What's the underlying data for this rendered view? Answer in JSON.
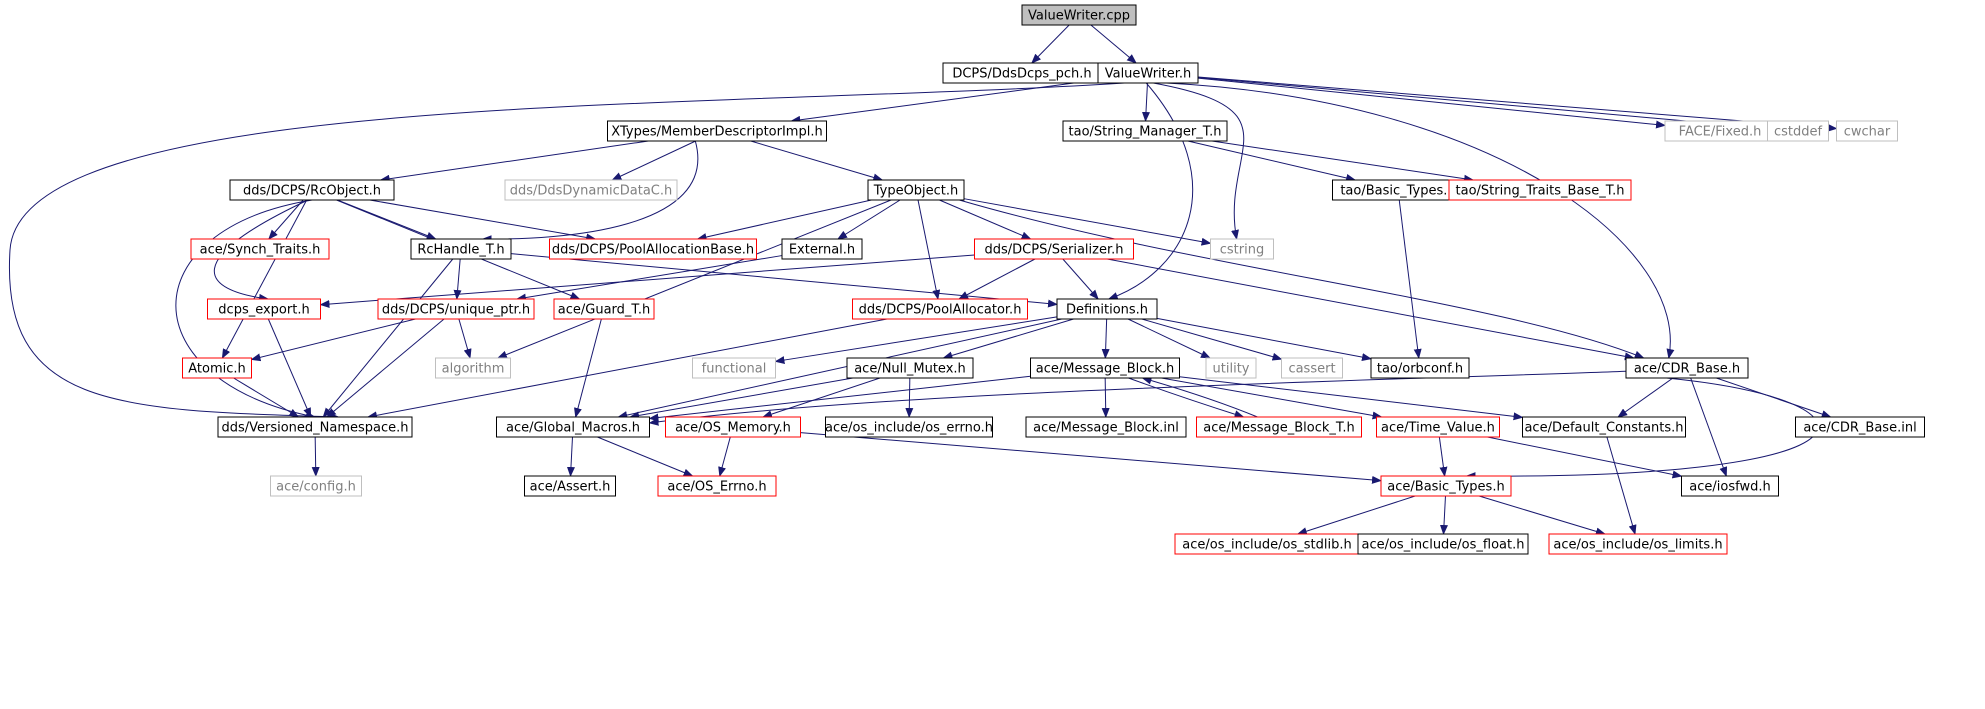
{
  "palette": {
    "edge": "#191970",
    "border_normal": "#000000",
    "border_red": "#ff0000",
    "border_gray": "#bfbfbf",
    "fill_root": "#bfbfbf",
    "fill_default": "#ffffff",
    "text_normal": "#000000",
    "text_gray": "#808080"
  },
  "nodes": [
    {
      "id": "valuewriter_cpp",
      "label": "ValueWriter.cpp",
      "style": "root"
    },
    {
      "id": "ddsdcps_pch",
      "label": "DCPS/DdsDcps_pch.h",
      "style": "normal"
    },
    {
      "id": "valuewriter_h",
      "label": "ValueWriter.h",
      "style": "normal"
    },
    {
      "id": "memberdescriptorimpl",
      "label": "XTypes/MemberDescriptorImpl.h",
      "style": "normal"
    },
    {
      "id": "string_manager_t",
      "label": "tao/String_Manager_T.h",
      "style": "normal"
    },
    {
      "id": "face_fixed",
      "label": "FACE/Fixed.h",
      "style": "gray"
    },
    {
      "id": "cstddef",
      "label": "cstddef",
      "style": "gray"
    },
    {
      "id": "cwchar",
      "label": "cwchar",
      "style": "gray"
    },
    {
      "id": "rcobject",
      "label": "dds/DCPS/RcObject.h",
      "style": "normal"
    },
    {
      "id": "ddsdynamicdatac",
      "label": "dds/DdsDynamicDataC.h",
      "style": "gray"
    },
    {
      "id": "typeobject",
      "label": "TypeObject.h",
      "style": "normal"
    },
    {
      "id": "basic_types_tao",
      "label": "tao/Basic_Types.h",
      "style": "normal"
    },
    {
      "id": "string_traits_base_t",
      "label": "tao/String_Traits_Base_T.h",
      "style": "red"
    },
    {
      "id": "synch_traits",
      "label": "ace/Synch_Traits.h",
      "style": "red"
    },
    {
      "id": "rchandle_t",
      "label": "RcHandle_T.h",
      "style": "normal"
    },
    {
      "id": "poolallocationbase",
      "label": "dds/DCPS/PoolAllocationBase.h",
      "style": "red"
    },
    {
      "id": "external",
      "label": "External.h",
      "style": "normal"
    },
    {
      "id": "serializer",
      "label": "dds/DCPS/Serializer.h",
      "style": "red"
    },
    {
      "id": "cstring",
      "label": "cstring",
      "style": "gray"
    },
    {
      "id": "dcps_export",
      "label": "dcps_export.h",
      "style": "red"
    },
    {
      "id": "unique_ptr",
      "label": "dds/DCPS/unique_ptr.h",
      "style": "red"
    },
    {
      "id": "guard_t",
      "label": "ace/Guard_T.h",
      "style": "red"
    },
    {
      "id": "poolallocator",
      "label": "dds/DCPS/PoolAllocator.h",
      "style": "red"
    },
    {
      "id": "definitions",
      "label": "Definitions.h",
      "style": "normal"
    },
    {
      "id": "atomic",
      "label": "Atomic.h",
      "style": "red"
    },
    {
      "id": "algorithm",
      "label": "algorithm",
      "style": "gray"
    },
    {
      "id": "functional",
      "label": "functional",
      "style": "gray"
    },
    {
      "id": "null_mutex",
      "label": "ace/Null_Mutex.h",
      "style": "normal"
    },
    {
      "id": "message_block",
      "label": "ace/Message_Block.h",
      "style": "normal"
    },
    {
      "id": "utility",
      "label": "utility",
      "style": "gray"
    },
    {
      "id": "cassert",
      "label": "cassert",
      "style": "gray"
    },
    {
      "id": "orbconf",
      "label": "tao/orbconf.h",
      "style": "normal"
    },
    {
      "id": "cdr_base",
      "label": "ace/CDR_Base.h",
      "style": "normal"
    },
    {
      "id": "versioned_namespace",
      "label": "dds/Versioned_Namespace.h",
      "style": "normal"
    },
    {
      "id": "global_macros",
      "label": "ace/Global_Macros.h",
      "style": "normal"
    },
    {
      "id": "os_memory",
      "label": "ace/OS_Memory.h",
      "style": "red"
    },
    {
      "id": "os_errno_h",
      "label": "ace/os_include/os_errno.h",
      "style": "normal"
    },
    {
      "id": "message_block_inl",
      "label": "ace/Message_Block.inl",
      "style": "normal"
    },
    {
      "id": "message_block_t",
      "label": "ace/Message_Block_T.h",
      "style": "red"
    },
    {
      "id": "time_value",
      "label": "ace/Time_Value.h",
      "style": "red"
    },
    {
      "id": "default_constants",
      "label": "ace/Default_Constants.h",
      "style": "normal"
    },
    {
      "id": "cdr_base_inl",
      "label": "ace/CDR_Base.inl",
      "style": "normal"
    },
    {
      "id": "ace_config",
      "label": "ace/config.h",
      "style": "gray"
    },
    {
      "id": "ace_assert",
      "label": "ace/Assert.h",
      "style": "normal"
    },
    {
      "id": "os_errno",
      "label": "ace/OS_Errno.h",
      "style": "red"
    },
    {
      "id": "basic_types_ace",
      "label": "ace/Basic_Types.h",
      "style": "red"
    },
    {
      "id": "iosfwd",
      "label": "ace/iosfwd.h",
      "style": "normal"
    },
    {
      "id": "os_stdlib",
      "label": "ace/os_include/os_stdlib.h",
      "style": "red"
    },
    {
      "id": "os_float",
      "label": "ace/os_include/os_float.h",
      "style": "normal"
    },
    {
      "id": "os_limits",
      "label": "ace/os_include/os_limits.h",
      "style": "red"
    }
  ],
  "edges": [
    [
      "valuewriter_cpp",
      "ddsdcps_pch"
    ],
    [
      "valuewriter_cpp",
      "valuewriter_h"
    ],
    [
      "valuewriter_h",
      "memberdescriptorimpl"
    ],
    [
      "valuewriter_h",
      "string_manager_t"
    ],
    [
      "valuewriter_h",
      "face_fixed"
    ],
    [
      "valuewriter_h",
      "cstddef"
    ],
    [
      "valuewriter_h",
      "cwchar"
    ],
    [
      "valuewriter_h",
      "cstring"
    ],
    [
      "valuewriter_h",
      "definitions"
    ],
    [
      "valuewriter_h",
      "cdr_base"
    ],
    [
      "valuewriter_h",
      "versioned_namespace"
    ],
    [
      "memberdescriptorimpl",
      "rcobject"
    ],
    [
      "memberdescriptorimpl",
      "ddsdynamicdatac"
    ],
    [
      "memberdescriptorimpl",
      "typeobject"
    ],
    [
      "memberdescriptorimpl",
      "rchandle_t"
    ],
    [
      "string_manager_t",
      "basic_types_tao"
    ],
    [
      "string_manager_t",
      "string_traits_base_t"
    ],
    [
      "basic_types_tao",
      "orbconf"
    ],
    [
      "rcobject",
      "synch_traits"
    ],
    [
      "rcobject",
      "rchandle_t"
    ],
    [
      "rcobject",
      "poolallocationbase"
    ],
    [
      "rcobject",
      "dcps_export"
    ],
    [
      "rcobject",
      "atomic"
    ],
    [
      "rcobject",
      "guard_t"
    ],
    [
      "rcobject",
      "versioned_namespace"
    ],
    [
      "typeobject",
      "poolallocationbase"
    ],
    [
      "typeobject",
      "external"
    ],
    [
      "typeobject",
      "serializer"
    ],
    [
      "typeobject",
      "cstring"
    ],
    [
      "typeobject",
      "poolallocator"
    ],
    [
      "typeobject",
      "algorithm"
    ],
    [
      "typeobject",
      "cdr_base"
    ],
    [
      "rchandle_t",
      "unique_ptr"
    ],
    [
      "rchandle_t",
      "definitions"
    ],
    [
      "rchandle_t",
      "versioned_namespace"
    ],
    [
      "external",
      "unique_ptr"
    ],
    [
      "serializer",
      "dcps_export"
    ],
    [
      "serializer",
      "poolallocator"
    ],
    [
      "serializer",
      "definitions"
    ],
    [
      "serializer",
      "cdr_base"
    ],
    [
      "dcps_export",
      "versioned_namespace"
    ],
    [
      "unique_ptr",
      "atomic"
    ],
    [
      "unique_ptr",
      "algorithm"
    ],
    [
      "unique_ptr",
      "versioned_namespace"
    ],
    [
      "guard_t",
      "global_macros"
    ],
    [
      "poolallocator",
      "versioned_namespace"
    ],
    [
      "atomic",
      "versioned_namespace"
    ],
    [
      "definitions",
      "functional"
    ],
    [
      "definitions",
      "null_mutex"
    ],
    [
      "definitions",
      "message_block"
    ],
    [
      "definitions",
      "utility"
    ],
    [
      "definitions",
      "cassert"
    ],
    [
      "definitions",
      "orbconf"
    ],
    [
      "definitions",
      "global_macros"
    ],
    [
      "null_mutex",
      "global_macros"
    ],
    [
      "null_mutex",
      "os_memory"
    ],
    [
      "null_mutex",
      "os_errno_h"
    ],
    [
      "message_block",
      "message_block_inl"
    ],
    [
      "message_block",
      "message_block_t"
    ],
    [
      "message_block",
      "time_value"
    ],
    [
      "message_block",
      "default_constants"
    ],
    [
      "message_block",
      "global_macros"
    ],
    [
      "message_block_t",
      "message_block"
    ],
    [
      "cdr_base",
      "global_macros"
    ],
    [
      "cdr_base",
      "default_constants"
    ],
    [
      "cdr_base",
      "cdr_base_inl"
    ],
    [
      "cdr_base",
      "iosfwd"
    ],
    [
      "cdr_base",
      "basic_types_ace"
    ],
    [
      "versioned_namespace",
      "ace_config"
    ],
    [
      "global_macros",
      "ace_assert"
    ],
    [
      "global_macros",
      "os_errno"
    ],
    [
      "os_memory",
      "os_errno"
    ],
    [
      "os_memory",
      "basic_types_ace"
    ],
    [
      "time_value",
      "basic_types_ace"
    ],
    [
      "time_value",
      "iosfwd"
    ],
    [
      "default_constants",
      "os_limits"
    ],
    [
      "basic_types_ace",
      "os_stdlib"
    ],
    [
      "basic_types_ace",
      "os_float"
    ],
    [
      "basic_types_ace",
      "os_limits"
    ]
  ]
}
